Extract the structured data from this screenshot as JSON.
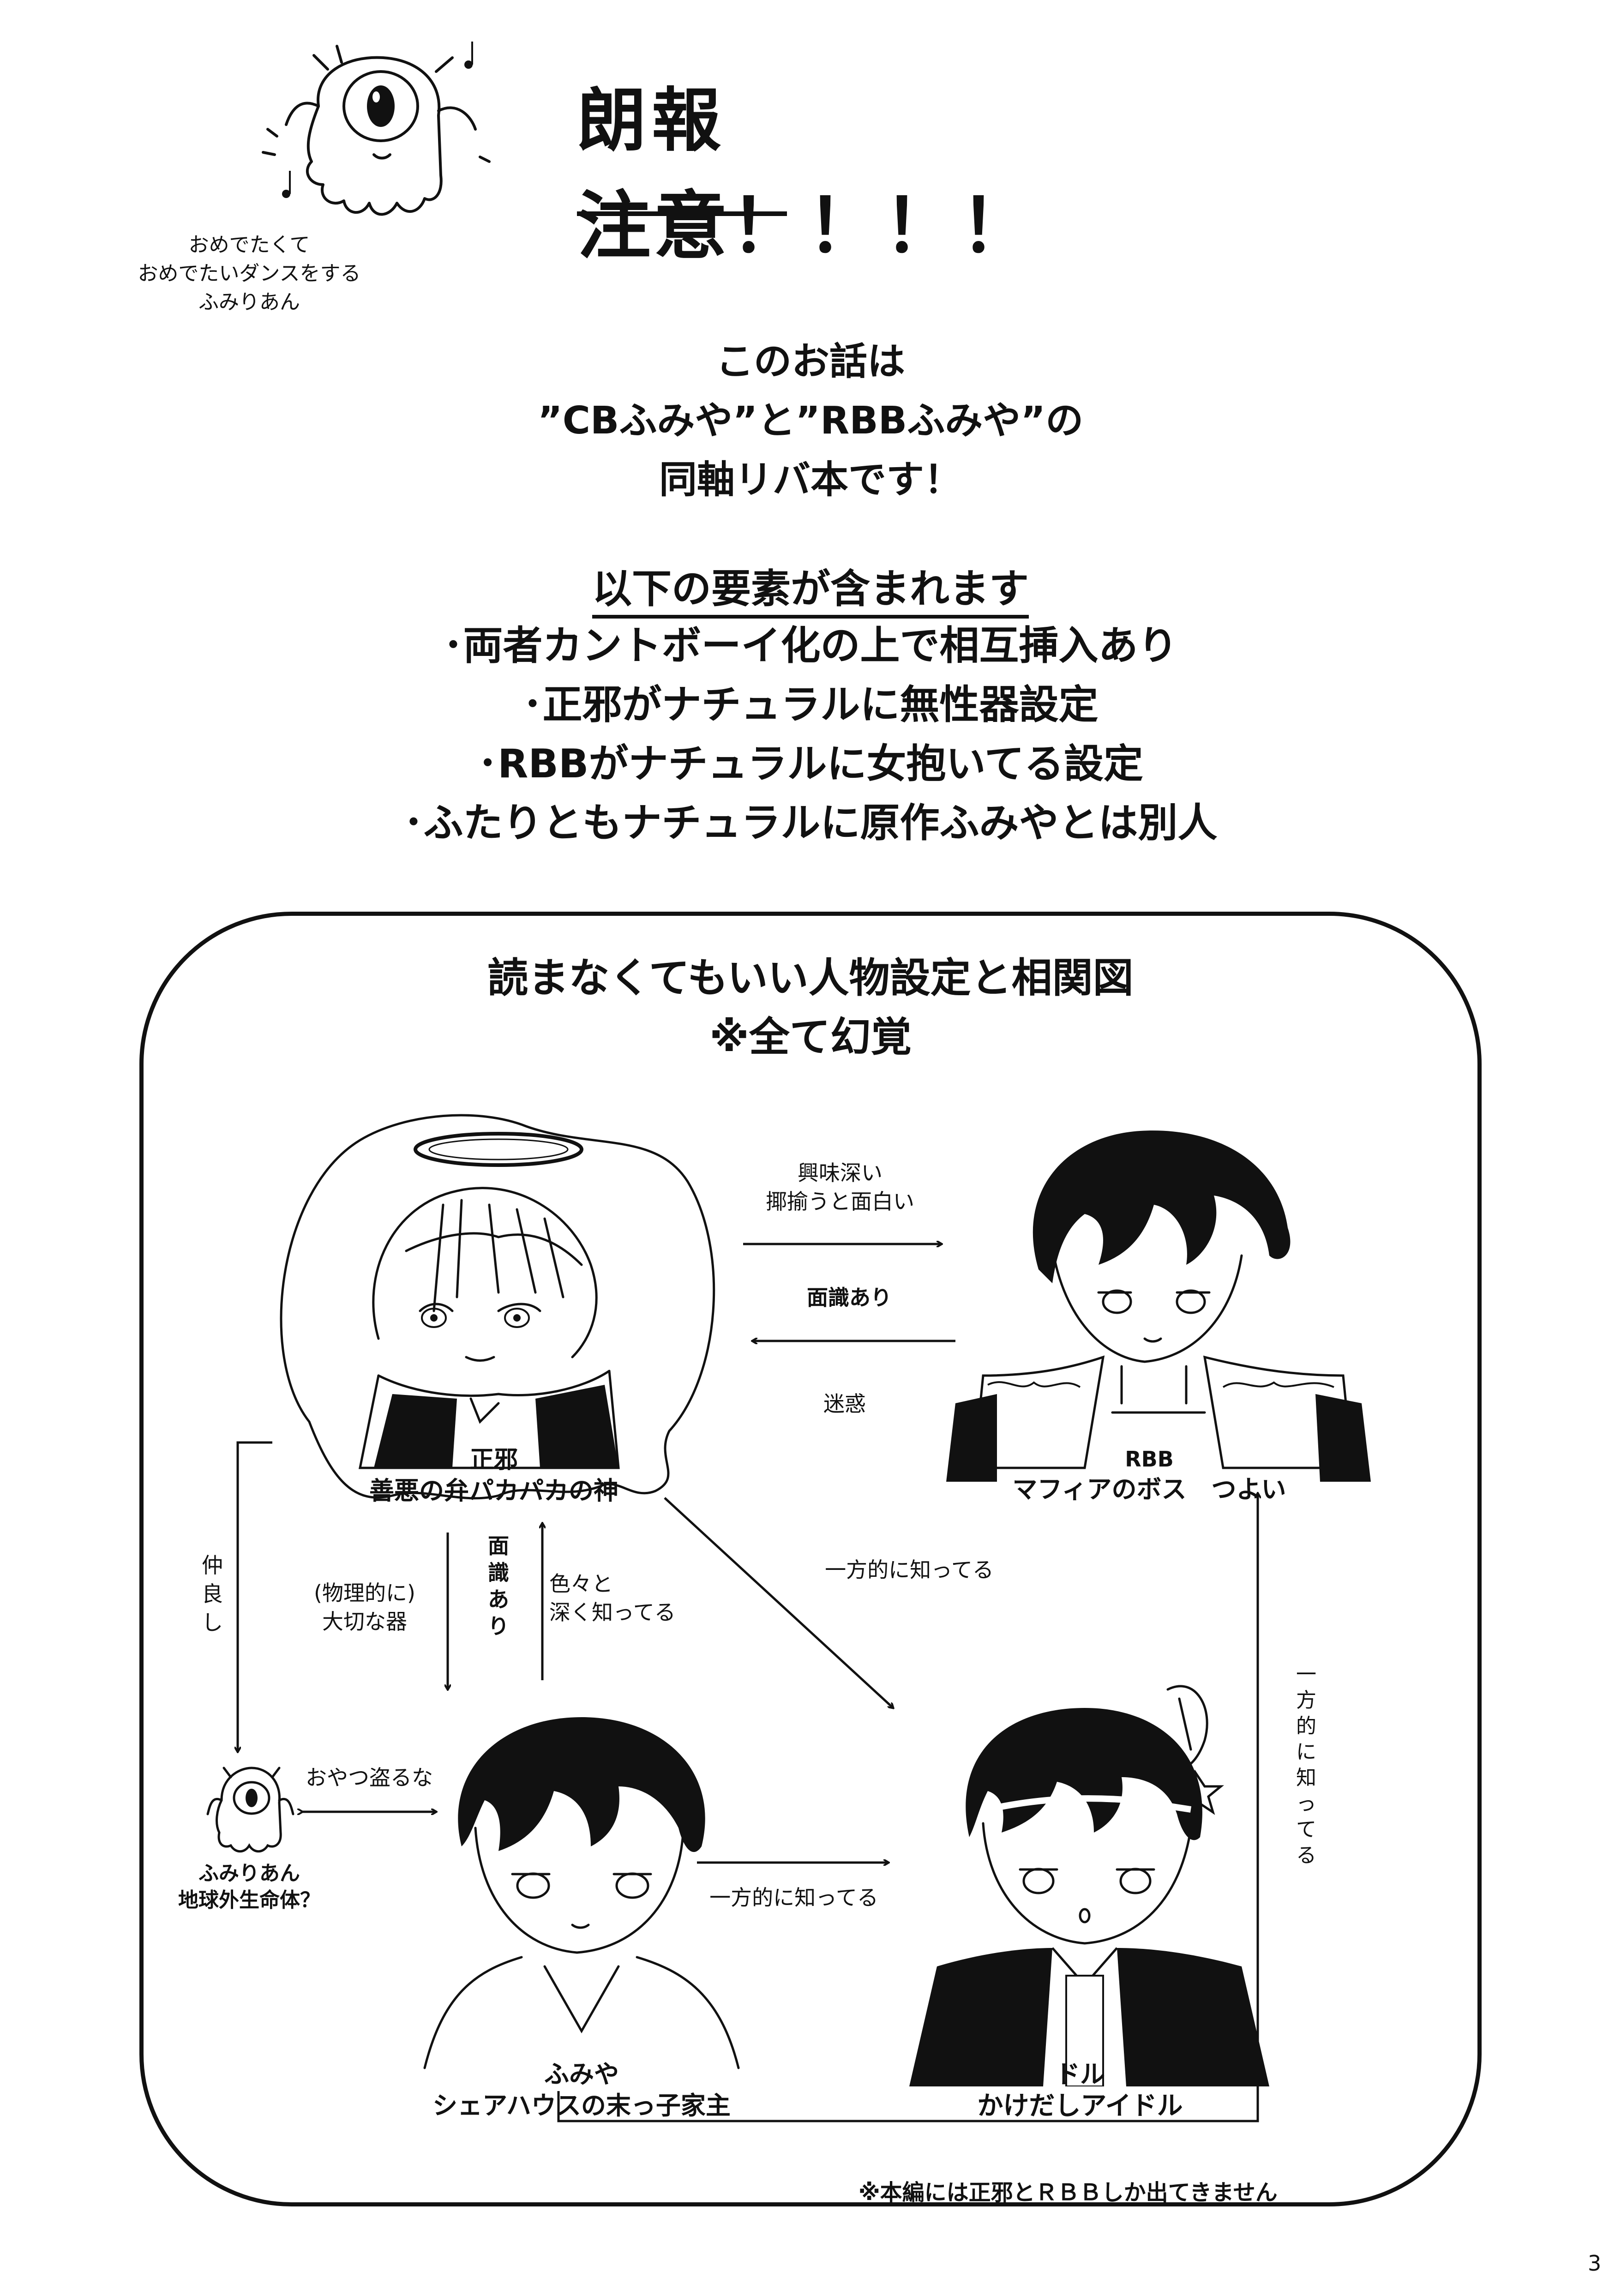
{
  "header": {
    "title": "朗報",
    "struck_word": "注意",
    "exclaim": "！！！！",
    "mascot_caption": [
      "おめでたくて",
      "おめでたいダンスをする",
      "ふみりあん"
    ]
  },
  "intro": [
    "このお話は",
    "”CBふみや”と”RBBふみや”の",
    "同軸リバ本です！"
  ],
  "elements": {
    "heading": "以下の要素が含まれます",
    "items": [
      "･両者カントボーイ化の上で相互挿入あり",
      "･正邪がナチュラルに無性器設定",
      "･RBBがナチュラルに女抱いてる設定",
      "･ふたりともナチュラルに原作ふみやとは別人"
    ]
  },
  "panel": {
    "title": "読まなくてもいい人物設定と相関図",
    "subtitle": "※全て幻覚"
  },
  "characters": {
    "seija": {
      "name": "正邪",
      "desc": "善悪の弁パカパカの神"
    },
    "rbb": {
      "name": "RBB",
      "desc": "マフィアのボス　つよい"
    },
    "fumiya": {
      "name": "ふみや",
      "desc": "シェアハウスの末っ子家主"
    },
    "doru": {
      "name": "ドル",
      "desc": "かけだしアイドル"
    },
    "fumirian": {
      "name": "ふみりあん",
      "desc": "地球外生命体？"
    }
  },
  "relations": {
    "seija_to_rbb": [
      "興味深い",
      "揶揄うと面白い"
    ],
    "rbb_to_seija_bold": "面識あり",
    "rbb_to_seija": "迷惑",
    "seija_fumirian": [
      "仲",
      "良",
      "し"
    ],
    "seija_to_fumiya": [
      "(物理的に)",
      "大切な器"
    ],
    "seija_fumiya_mid": [
      "面",
      "識",
      "あ",
      "り"
    ],
    "fumiya_to_seija": [
      "色々と",
      "深く知ってる"
    ],
    "seija_to_doru": "一方的に知ってる",
    "fumirian_fumiya": "おやつ盗るな",
    "fumiya_to_doru": "一方的に知ってる",
    "fumiya_to_rbb": [
      "一",
      "方",
      "的",
      "に",
      "知",
      "っ",
      "て",
      "る"
    ]
  },
  "footnote": "※本編には正邪とＲＢＢしか出てきません",
  "page_number": "3"
}
